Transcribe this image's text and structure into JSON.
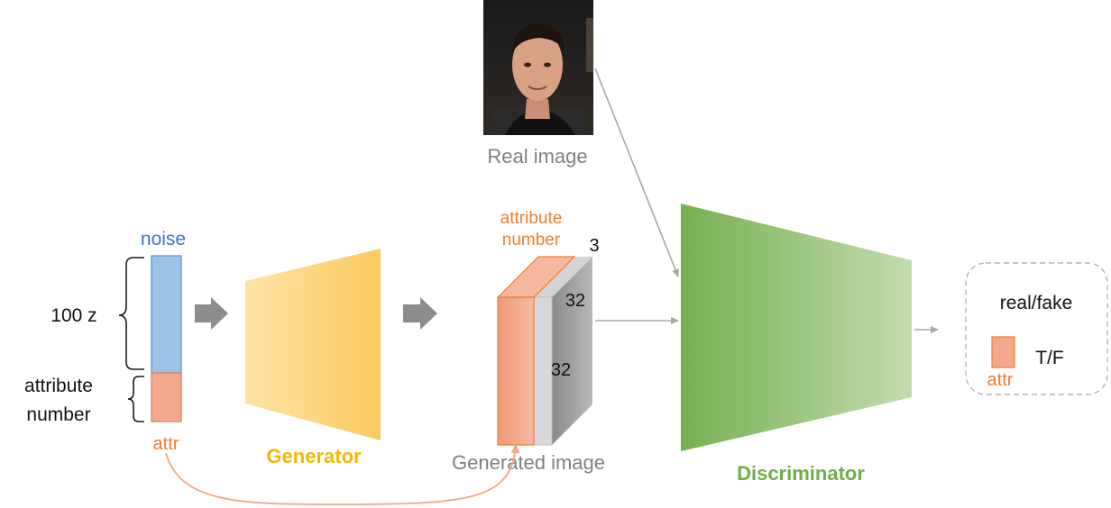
{
  "labels": {
    "noise": "noise",
    "z_size": "100 z",
    "attribute_number_line1": "attribute",
    "attribute_number_line2": "number",
    "attr_bottom": "attr",
    "generator": "Generator",
    "real_image": "Real image",
    "cube_attr_line1": "attribute",
    "cube_attr_line2": "number",
    "dim_channels": "3",
    "dim_width": "32",
    "dim_height": "32",
    "generated_image": "Generated image",
    "discriminator": "Discriminator",
    "output_title": "real/fake",
    "output_tf": "T/F",
    "output_attr": "attr"
  },
  "colors": {
    "noise_blue": "#9dc3e6",
    "noise_label": "#4472c4",
    "attr_orange": "#f4a98e",
    "attr_label": "#ed7d31",
    "generator_yellow": "#fdd279",
    "generator_label": "#f5b800",
    "discriminator_green": "#8cc06c",
    "discriminator_label": "#70ad47",
    "arrow_gray": "#a6a6a6",
    "text_gray": "#7f7f7f"
  },
  "real_image": {
    "icon": "portrait-photo"
  }
}
